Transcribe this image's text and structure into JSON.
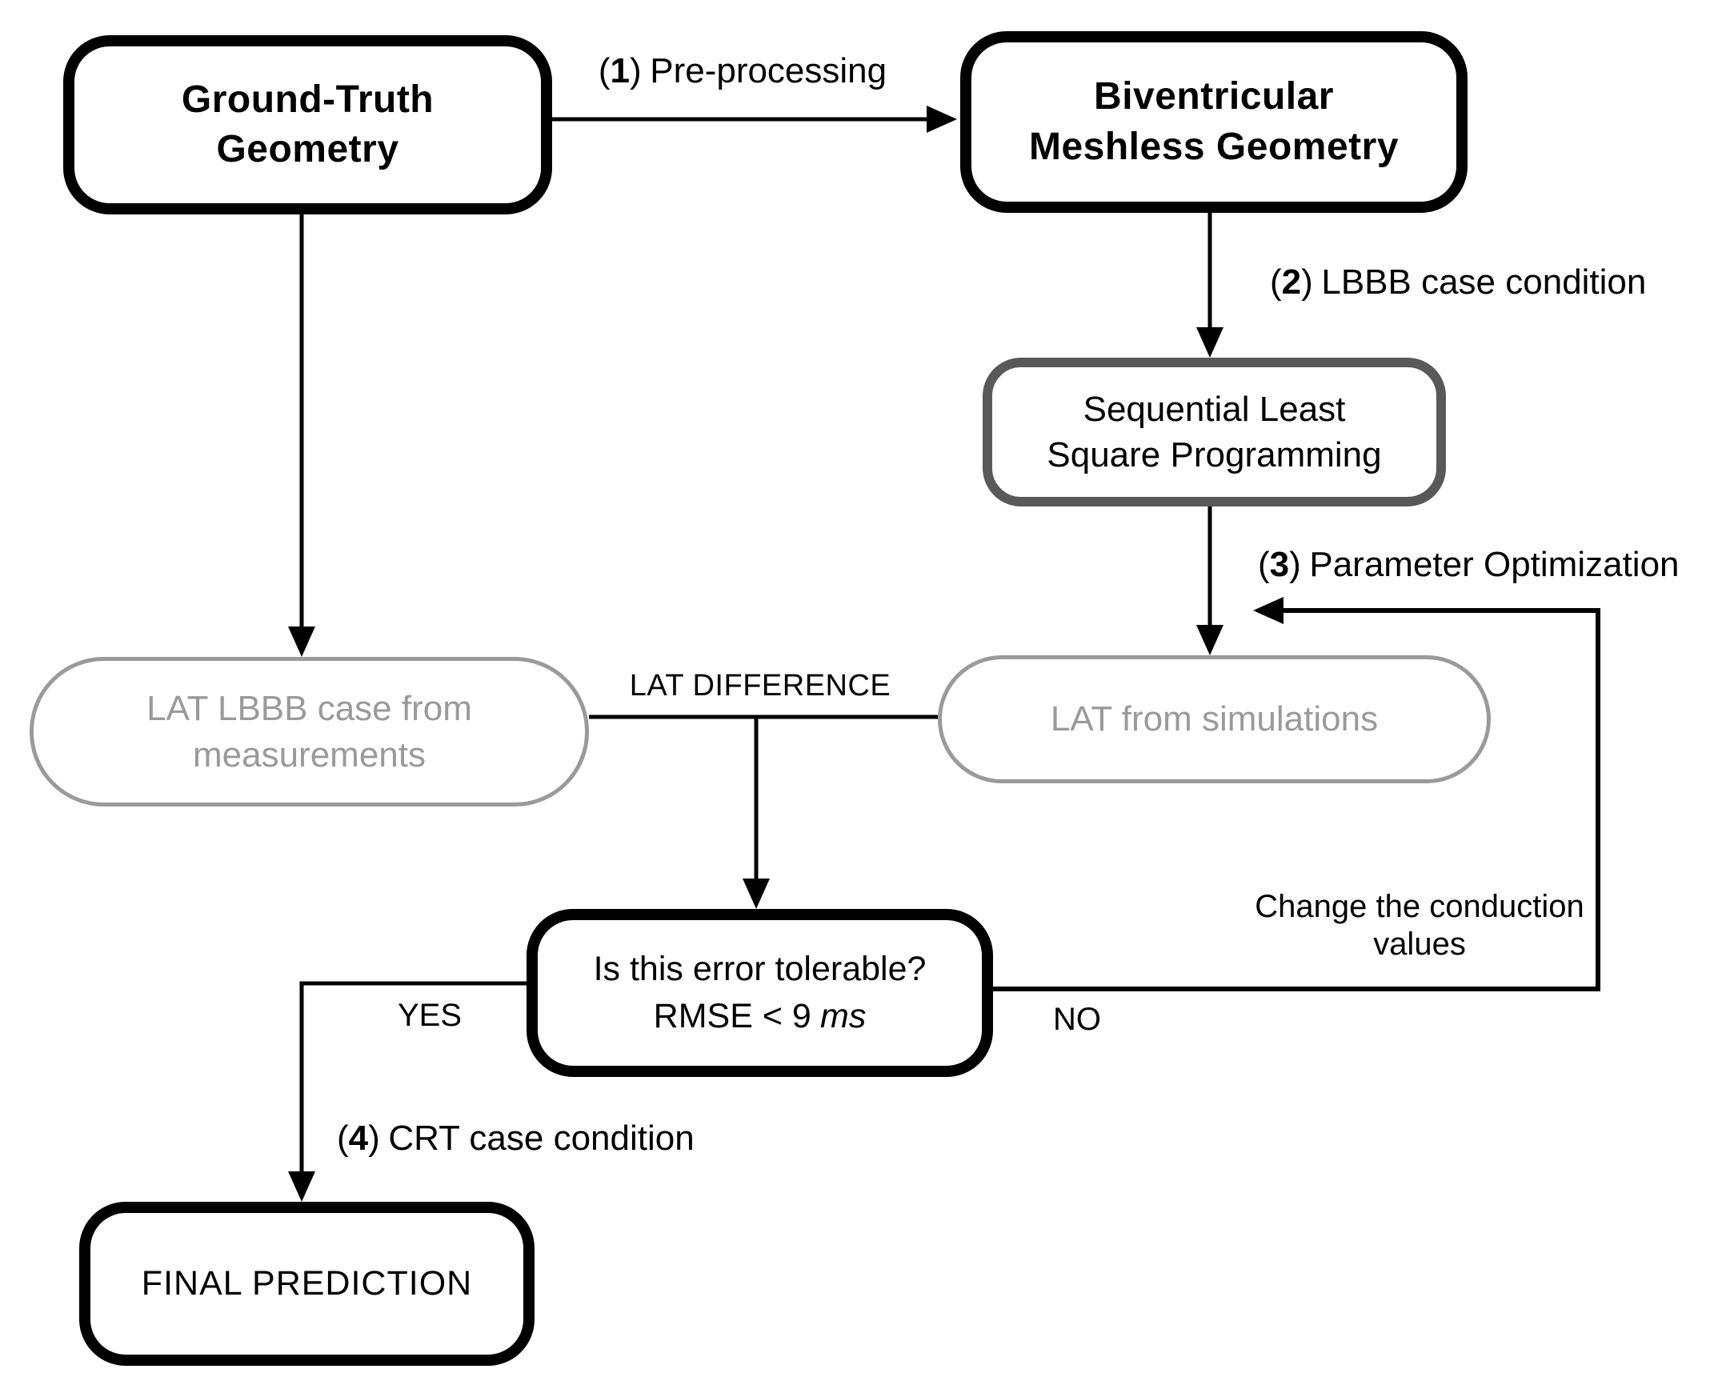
{
  "colors": {
    "stroke": "#000000",
    "slsqp_border": "#595959",
    "muted_gray": "#9a9a9a",
    "background": "#ffffff"
  },
  "nodes": {
    "ground_truth": {
      "line1": "Ground-Truth",
      "line2": "Geometry"
    },
    "biventricular": {
      "line1": "Biventricular",
      "line2": "Meshless Geometry"
    },
    "slsqp": {
      "line1": "Sequential Least",
      "line2": "Square Programming"
    },
    "lat_measurements": {
      "line1": "LAT LBBB case from",
      "line2": "measurements"
    },
    "lat_simulations": {
      "label": "LAT from simulations"
    },
    "decision": {
      "line1": "Is this error tolerable?",
      "line2_text": "RMSE < 9",
      "line2_unit": "ms"
    },
    "final_prediction": {
      "label": "FINAL PREDICTION"
    }
  },
  "edge_labels": {
    "step1": {
      "open": "(",
      "num": "1",
      "close": ")",
      "text": "Pre-processing"
    },
    "step2": {
      "open": "(",
      "num": "2",
      "close": ")",
      "text": "LBBB case condition"
    },
    "step3": {
      "open": "(",
      "num": "3",
      "close": ")",
      "text": "Parameter Optimization"
    },
    "step4": {
      "open": "(",
      "num": "4",
      "close": ")",
      "text": "CRT case condition"
    },
    "lat_difference": "LAT DIFFERENCE",
    "yes": "YES",
    "no": "NO",
    "change_conduction": {
      "line1": "Change the conduction",
      "line2": "values"
    }
  }
}
